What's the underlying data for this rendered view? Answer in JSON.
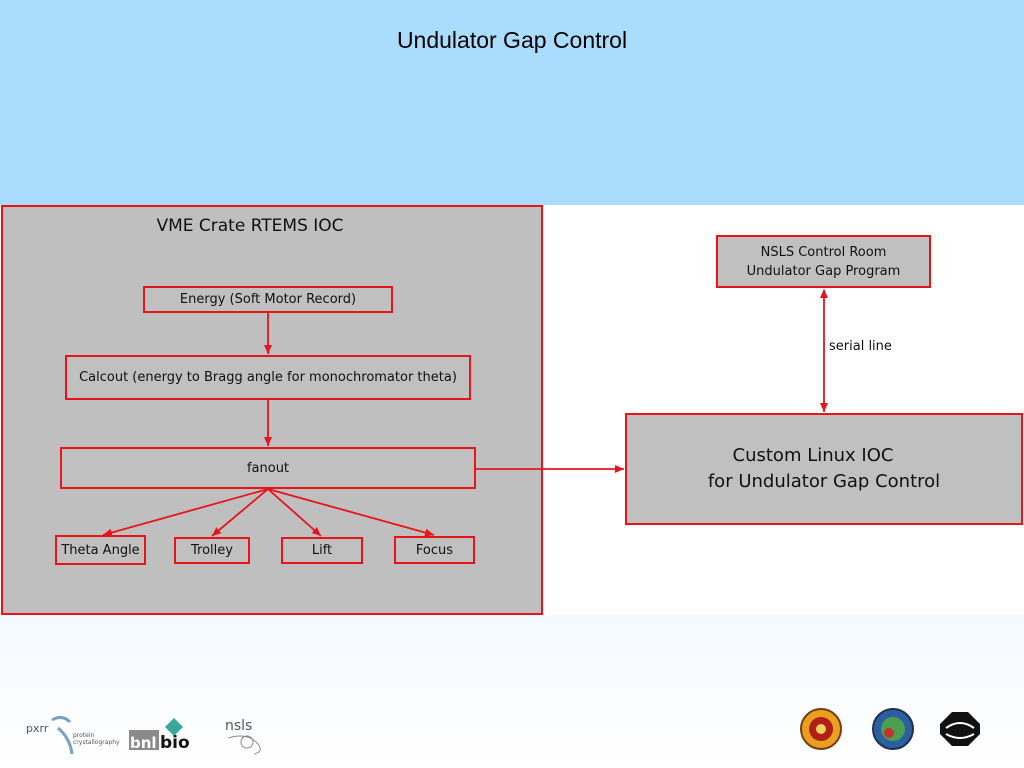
{
  "slide": {
    "title": "Undulator Gap Control"
  },
  "crate": {
    "title": "VME Crate RTEMS IOC"
  },
  "nodes": {
    "energy": "Energy (Soft Motor Record)",
    "calcout": "Calcout (energy to Bragg angle for monochromator theta)",
    "fanout": "fanout",
    "theta": "Theta Angle",
    "trolley": "Trolley",
    "lift": "Lift",
    "focus": "Focus",
    "control_room_line1": "NSLS Control Room",
    "control_room_line2": "Undulator Gap Program",
    "linux_ioc_line1": "Custom Linux IOC",
    "linux_ioc_line2": "for Undulator Gap Control"
  },
  "edges": {
    "serial_label": "serial line"
  },
  "logos": {
    "pxrr_text": "pxrr",
    "pxrr_sub1": "protein",
    "pxrr_sub2": "crystallography",
    "bnl_text": "bnl",
    "bio_text": "bio",
    "nsls_text": "nsls"
  },
  "colors": {
    "header": "#a9dcfd",
    "box": "#c0c0c0",
    "border": "#e8141c"
  }
}
